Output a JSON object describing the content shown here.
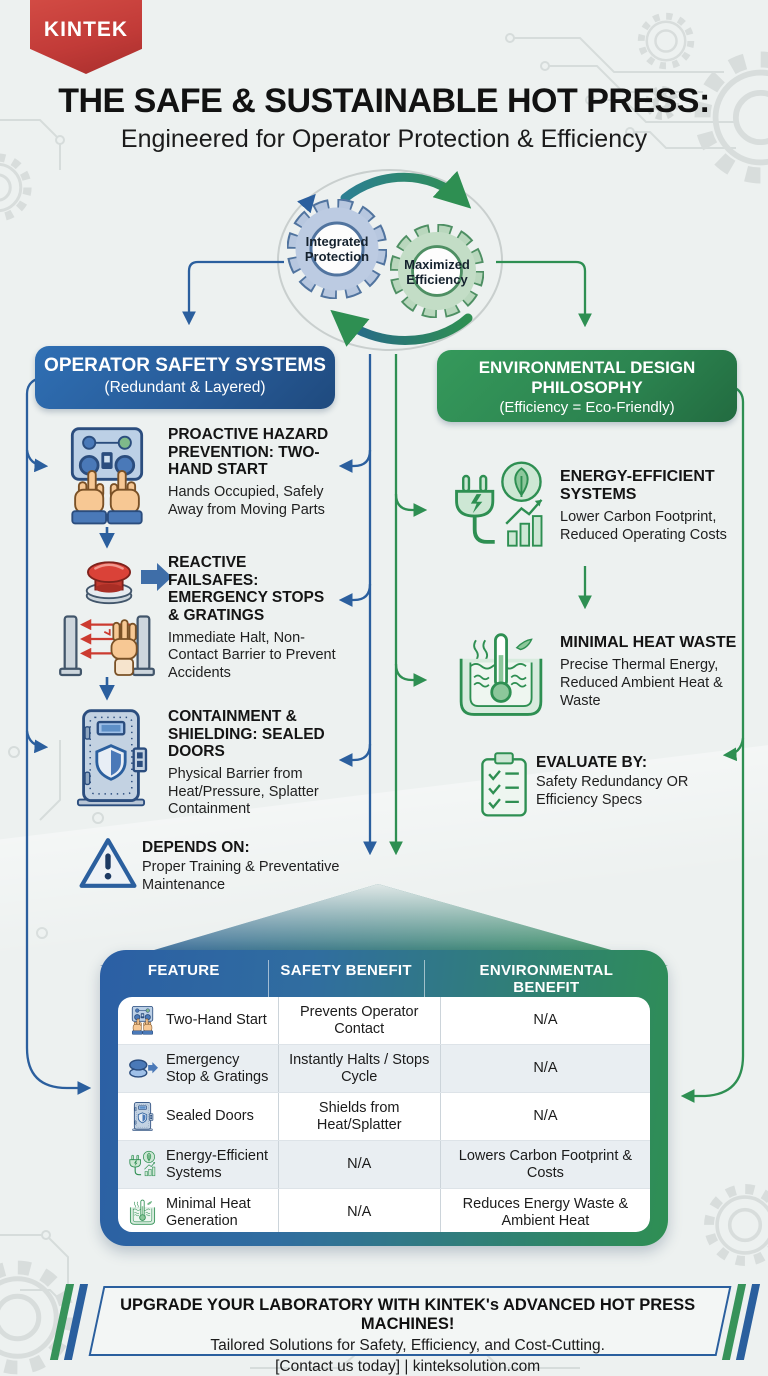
{
  "brand": {
    "name": "KINTEK"
  },
  "header": {
    "title": "THE SAFE & SUSTAINABLE HOT PRESS:",
    "subtitle": "Engineered for Operator Protection & Efficiency"
  },
  "gears": {
    "left_label": "Integrated Protection",
    "right_label": "Maximized Efficiency"
  },
  "safety": {
    "title": "OPERATOR SAFETY SYSTEMS",
    "subtitle": "(Redundant & Layered)",
    "items": [
      {
        "title": "PROACTIVE HAZARD PREVENTION: TWO-HAND START",
        "desc": "Hands Occupied, Safely Away from Moving Parts"
      },
      {
        "title": "REACTIVE FAILSAFES: EMERGENCY STOPS & GRATINGS",
        "desc": "Immediate Halt, Non-Contact Barrier to Prevent Accidents"
      },
      {
        "title": "CONTAINMENT & SHIELDING: SEALED DOORS",
        "desc": "Physical Barrier from Heat/Pressure, Splatter Containment"
      }
    ],
    "note": {
      "title": "DEPENDS ON:",
      "desc": "Proper Training & Preventative Maintenance"
    }
  },
  "environment": {
    "title": "ENVIRONMENTAL DESIGN PHILOSOPHY",
    "subtitle": "(Efficiency = Eco-Friendly)",
    "items": [
      {
        "title": "ENERGY-EFFICIENT SYSTEMS",
        "desc": "Lower Carbon Footprint, Reduced Operating Costs"
      },
      {
        "title": "MINIMAL HEAT WASTE",
        "desc": "Precise Thermal Energy, Reduced Ambient Heat & Waste"
      }
    ],
    "note": {
      "title": "EVALUATE BY:",
      "desc": "Safety Redundancy OR Efficiency Specs"
    }
  },
  "table": {
    "columns": [
      "FEATURE",
      "SAFETY BENEFIT",
      "ENVIRONMENTAL BENEFIT"
    ],
    "rows": [
      {
        "feature": "Two-Hand Start",
        "safety": "Prevents Operator Contact",
        "environmental": "N/A"
      },
      {
        "feature": "Emergency Stop & Gratings",
        "safety": "Instantly Halts / Stops Cycle",
        "environmental": "N/A"
      },
      {
        "feature": "Sealed Doors",
        "safety": "Shields from Heat/Splatter",
        "environmental": "N/A"
      },
      {
        "feature": "Energy-Efficient Systems",
        "safety": "N/A",
        "environmental": "Lowers Carbon Footprint & Costs"
      },
      {
        "feature": "Minimal Heat Generation",
        "safety": "N/A",
        "environmental": "Reduces Energy Waste & Ambient Heat"
      }
    ]
  },
  "footer": {
    "line1": "UPGRADE YOUR LABORATORY WITH KINTEK's ADVANCED HOT PRESS MACHINES!",
    "line2": "Tailored Solutions for Safety, Efficiency, and Cost-Cutting.",
    "contact": "[Contact us today]",
    "divider": "|",
    "website": "kinteksolution.com"
  },
  "colors": {
    "blue": "#2b63a6",
    "green": "#2f9152",
    "red": "#c23b38"
  }
}
